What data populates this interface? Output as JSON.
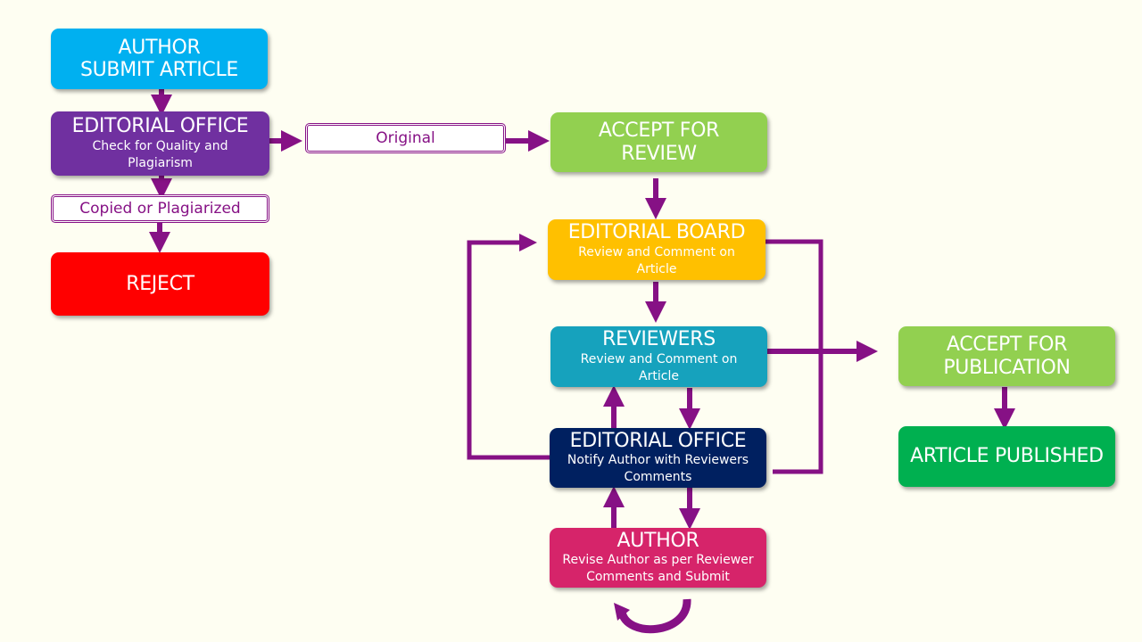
{
  "colors": {
    "connector": "#861185",
    "background": "#fefef2"
  },
  "nodes": {
    "author_submit": {
      "title_line1": "AUTHOR",
      "title_line2": "SUBMIT ARTICLE",
      "color": "#00b0f0"
    },
    "editorial_office_check": {
      "title": "EDITORIAL OFFICE",
      "subtitle_line1": "Check for Quality and",
      "subtitle_line2": "Plagiarism",
      "color": "#7030a0"
    },
    "reject": {
      "title": "REJECT",
      "color": "#ff0000"
    },
    "accept_for_review": {
      "title_line1": "ACCEPT FOR",
      "title_line2": "REVIEW",
      "color": "#92d050"
    },
    "editorial_board": {
      "title": "EDITORIAL BOARD",
      "subtitle_line1": "Review and Comment on",
      "subtitle_line2": "Article",
      "color": "#ffc000"
    },
    "reviewers": {
      "title": "REVIEWERS",
      "subtitle_line1": "Review and Comment on",
      "subtitle_line2": "Article",
      "color": "#16a2bd"
    },
    "editorial_office_notify": {
      "title": "EDITORIAL OFFICE",
      "subtitle_line1": "Notify Author with Reviewers",
      "subtitle_line2": "Comments",
      "color": "#002060"
    },
    "author_revise": {
      "title": "AUTHOR",
      "subtitle_line1": "Revise Author as per Reviewer",
      "subtitle_line2": "Comments and Submit",
      "color": "#d6246a"
    },
    "accept_for_publication": {
      "title_line1": "ACCEPT FOR",
      "title_line2": "PUBLICATION",
      "color": "#92d050"
    },
    "article_published": {
      "title": "ARTICLE PUBLISHED",
      "color": "#00b050"
    }
  },
  "labels": {
    "original": "Original",
    "copied": "Copied or Plagiarized"
  }
}
